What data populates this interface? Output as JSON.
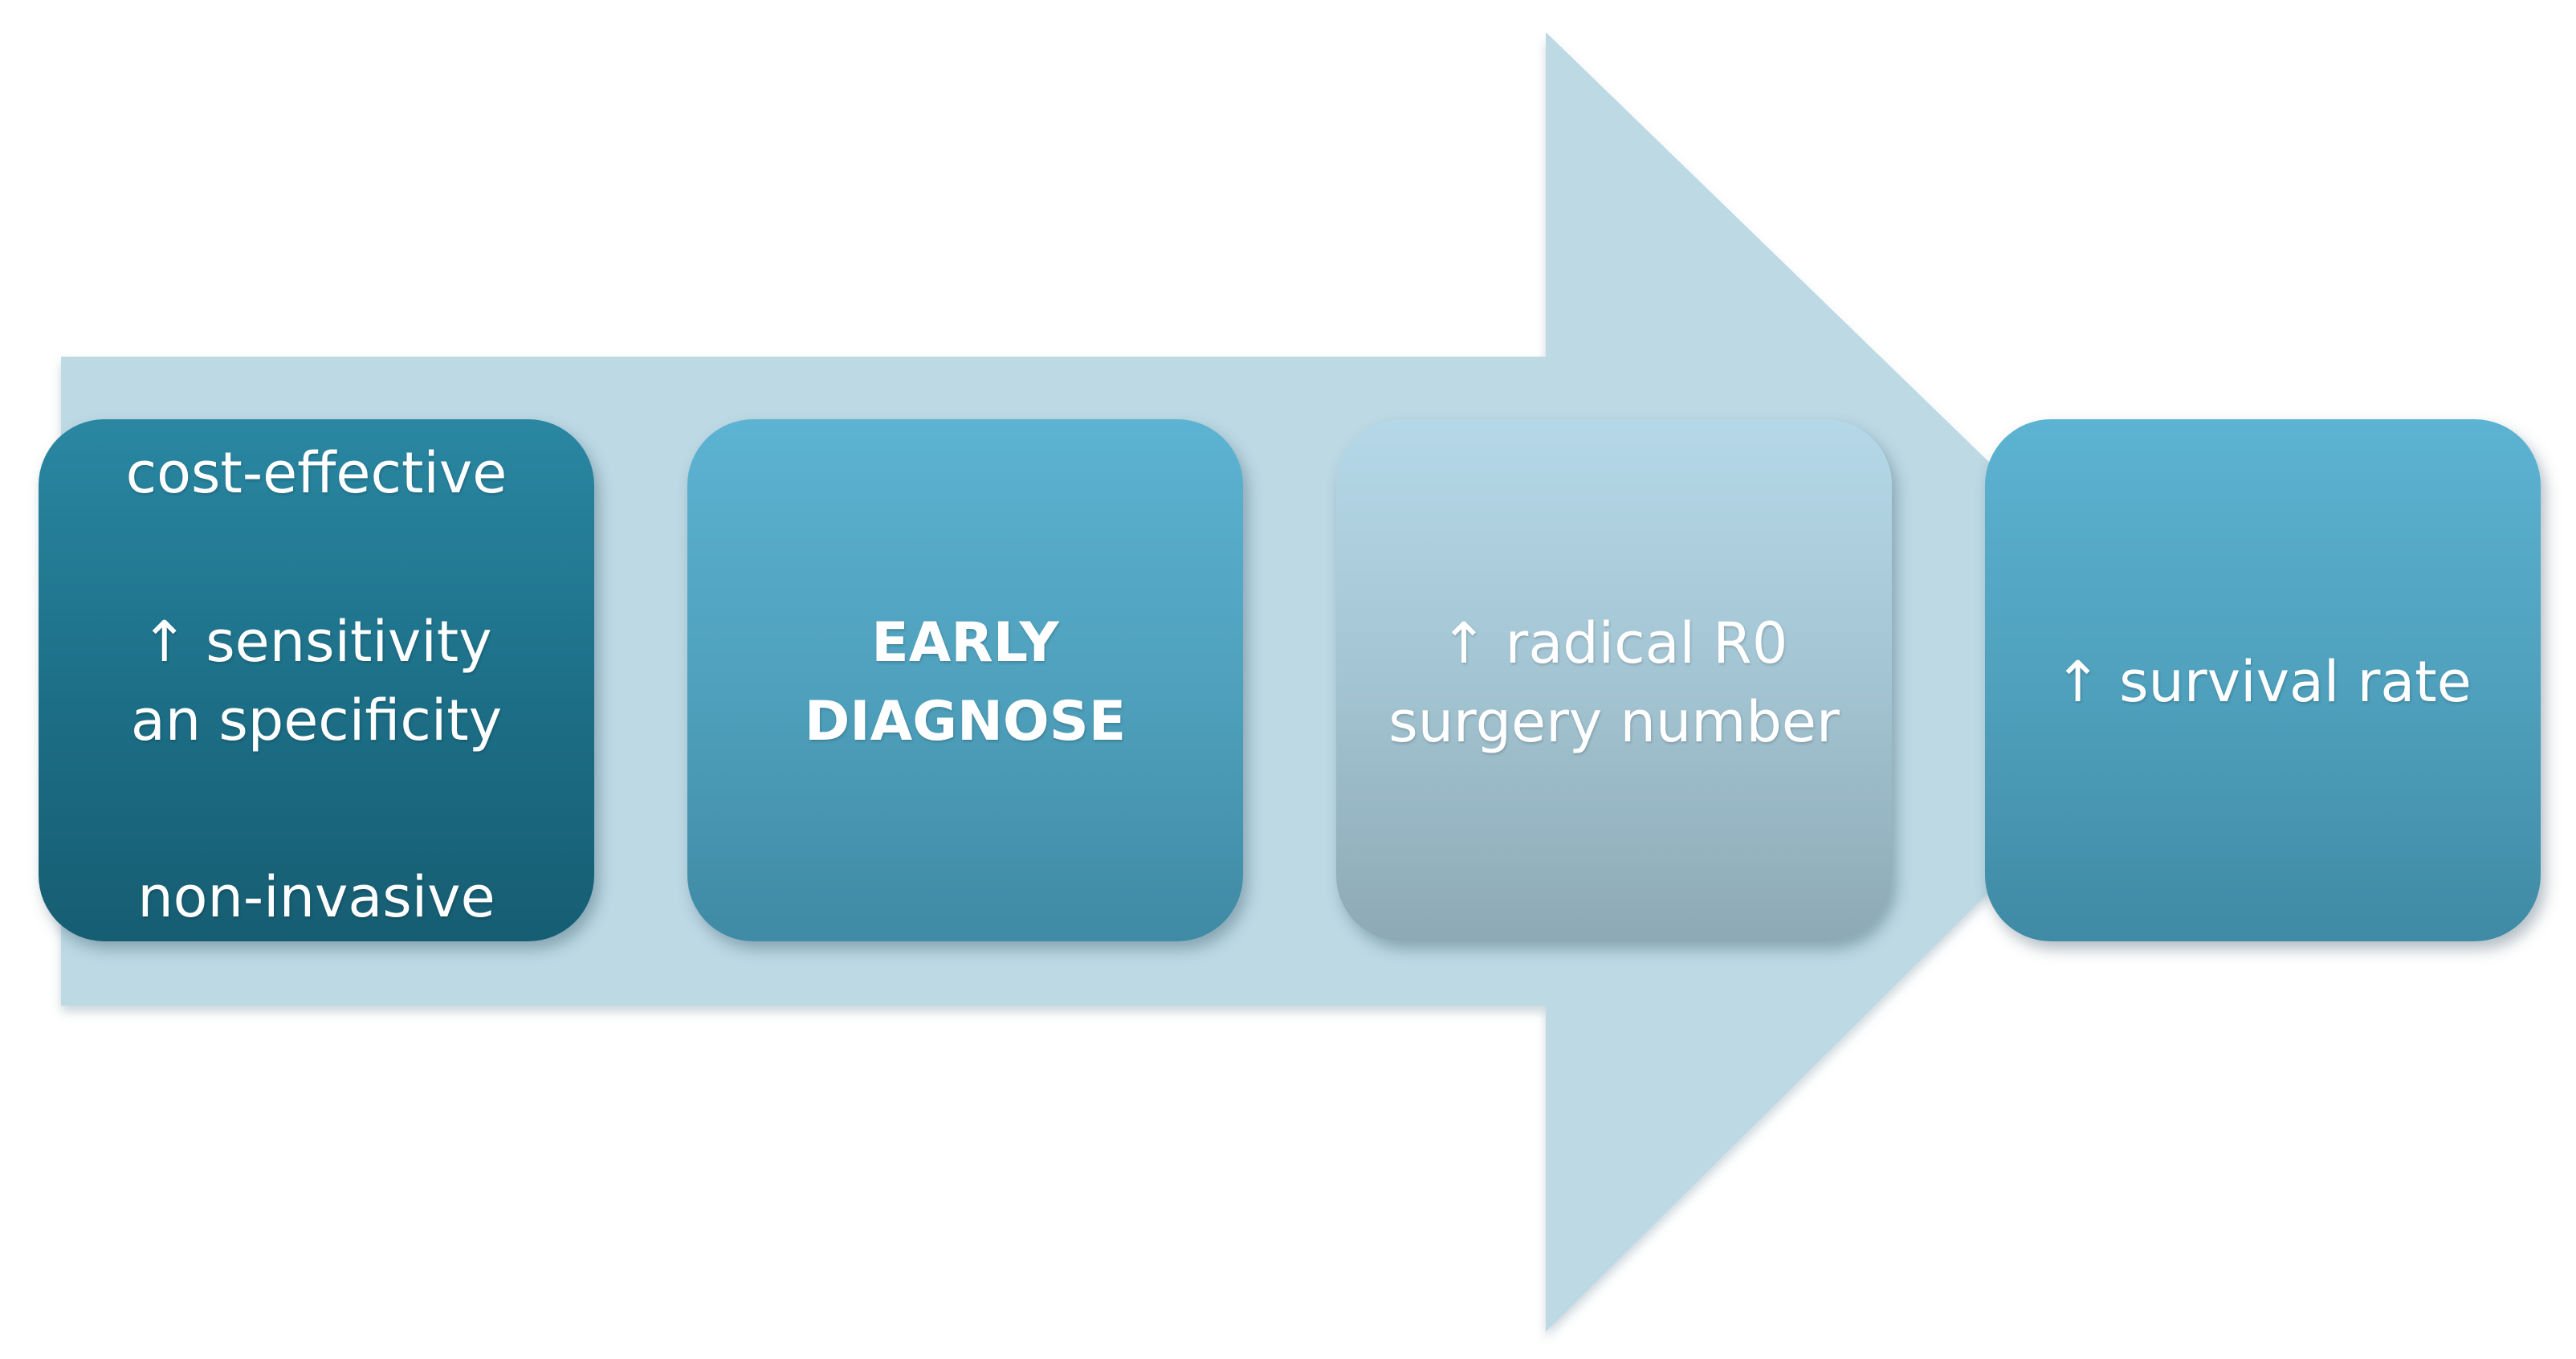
{
  "diagram": {
    "boxes": [
      {
        "id": "criteria",
        "lines": {
          "top": "cost-effective",
          "middle_1": "↑ sensitivity",
          "middle_2": "an specificity",
          "bottom": "non-invasive"
        }
      },
      {
        "id": "early-diagnose",
        "lines": {
          "line_1": "EARLY",
          "line_2": "DIAGNOSE"
        }
      },
      {
        "id": "radical-surgery",
        "lines": {
          "line_1": "↑ radical R0",
          "line_2": "surgery number"
        }
      },
      {
        "id": "survival",
        "lines": {
          "line_1": "↑ survival rate"
        }
      }
    ],
    "colors": {
      "arrow": "#bcd9e4",
      "box_dark": "#1c6e86",
      "box_medium": "#4e9fbb",
      "box_light": "#a5c7d5",
      "text": "#ffffff"
    }
  }
}
